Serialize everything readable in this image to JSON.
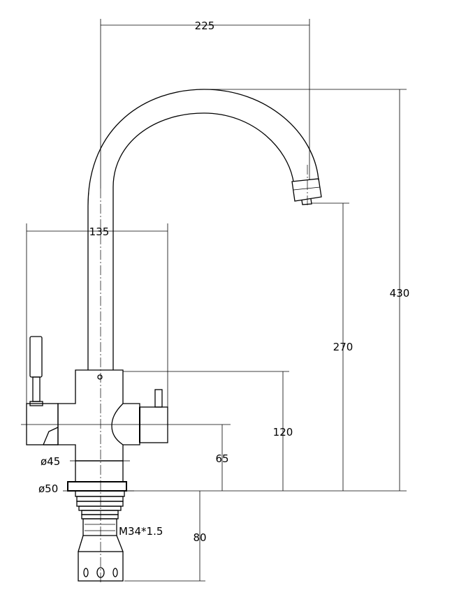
{
  "dimensions": {
    "spout_reach": "225",
    "body_width": "135",
    "total_height": "430",
    "spout_height": "270",
    "body_height": "120",
    "handle_axis_height": "65",
    "shank_length": "80",
    "body_diameter": "ø45",
    "base_diameter": "ø50",
    "thread": "M34*1.5"
  }
}
